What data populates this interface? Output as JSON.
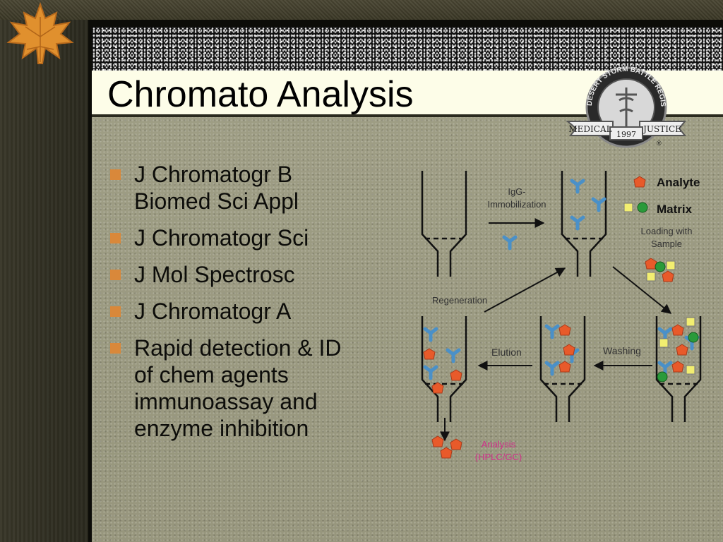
{
  "slide": {
    "title": "Chromato Analysis",
    "bullets": [
      [
        "J Chromatogr B",
        "Biomed Sci Appl"
      ],
      [
        "J Chromatogr Sci"
      ],
      [
        "J Mol Spectrosc"
      ],
      [
        "J Chromatogr A"
      ],
      [
        "Rapid detection & ID",
        "of chem agents",
        "immunoassay and",
        "enzyme inhibition"
      ]
    ]
  },
  "seal": {
    "ring_text": "DESERT STORM BATTLE REGISTRY",
    "left_banner": "MEDICAL",
    "right_banner": "JUSTICE",
    "year": "1997",
    "mark": "®"
  },
  "diagram": {
    "step_immobilization": [
      "IgG-",
      "Immobilization"
    ],
    "step_regeneration": "Regeneration",
    "step_elution": "Elution",
    "step_washing": "Washing",
    "loading": [
      "Loading with",
      "Sample"
    ],
    "analysis": [
      "Analysis",
      "(HPLC/GC)"
    ],
    "legend_analyte": "Analyte",
    "legend_matrix": "Matrix"
  },
  "colors": {
    "bullet": "#d9883a",
    "analyte": "#e85a2a",
    "antibody": "#4a90c8",
    "matrix_square": "#f2ee70",
    "matrix_ball": "#2a9a3a",
    "analysis_text": "#d0308a"
  }
}
